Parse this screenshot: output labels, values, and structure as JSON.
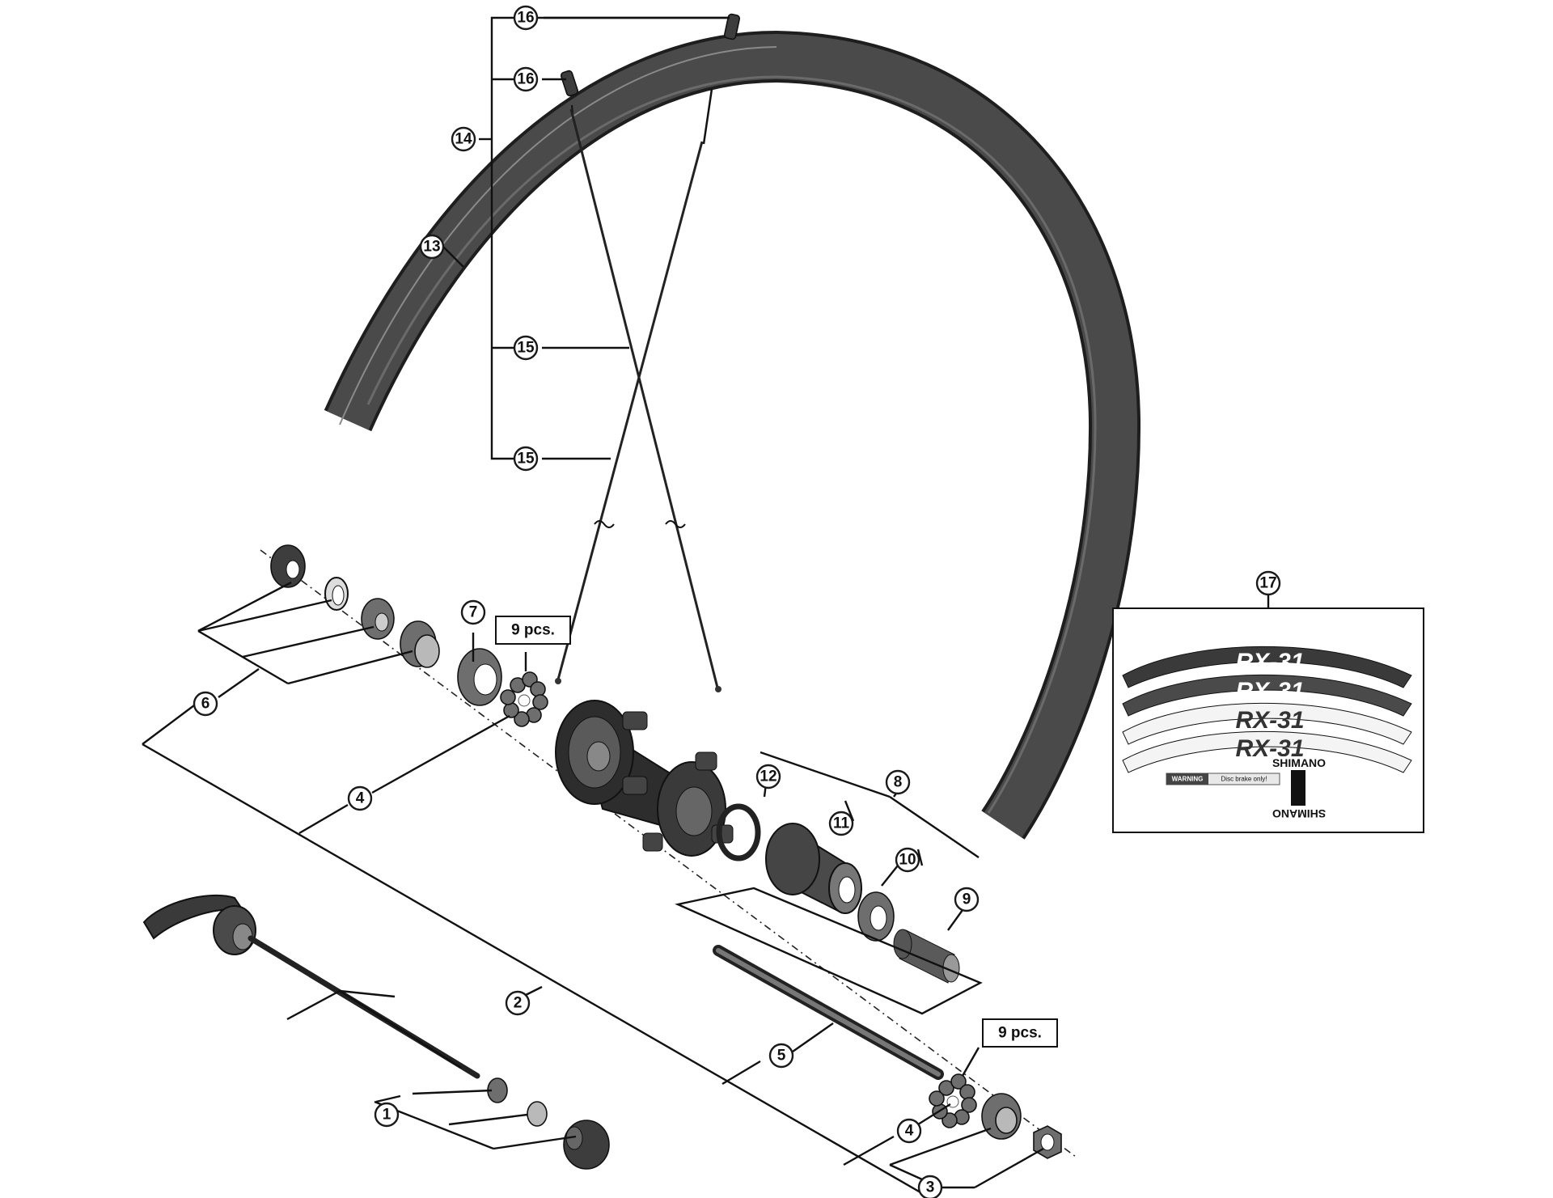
{
  "callouts": {
    "c1": "1",
    "c2": "2",
    "c3": "3",
    "c4a": "4",
    "c4b": "4",
    "c5": "5",
    "c6": "6",
    "c7": "7",
    "c8": "8",
    "c9": "9",
    "c10": "10",
    "c11": "11",
    "c12": "12",
    "c13": "13",
    "c14": "14",
    "c15a": "15",
    "c15b": "15",
    "c16a": "16",
    "c16b": "16",
    "c17": "17"
  },
  "quantity_labels": {
    "balls_front": "9 pcs.",
    "balls_rear": "9 pcs."
  },
  "sticker_sheet": {
    "rim_decal_text": "RX-31",
    "brand_top": "SHIMANO",
    "brand_bottom": "SHIMANO",
    "warning_label": "WARNING",
    "warning_text": "Disc brake only!"
  },
  "colors": {
    "line": "#111111",
    "rim": "#353535",
    "part_dark": "#3d3d3d",
    "part_mid": "#6e6e6e",
    "part_light": "#b9b9b9"
  }
}
